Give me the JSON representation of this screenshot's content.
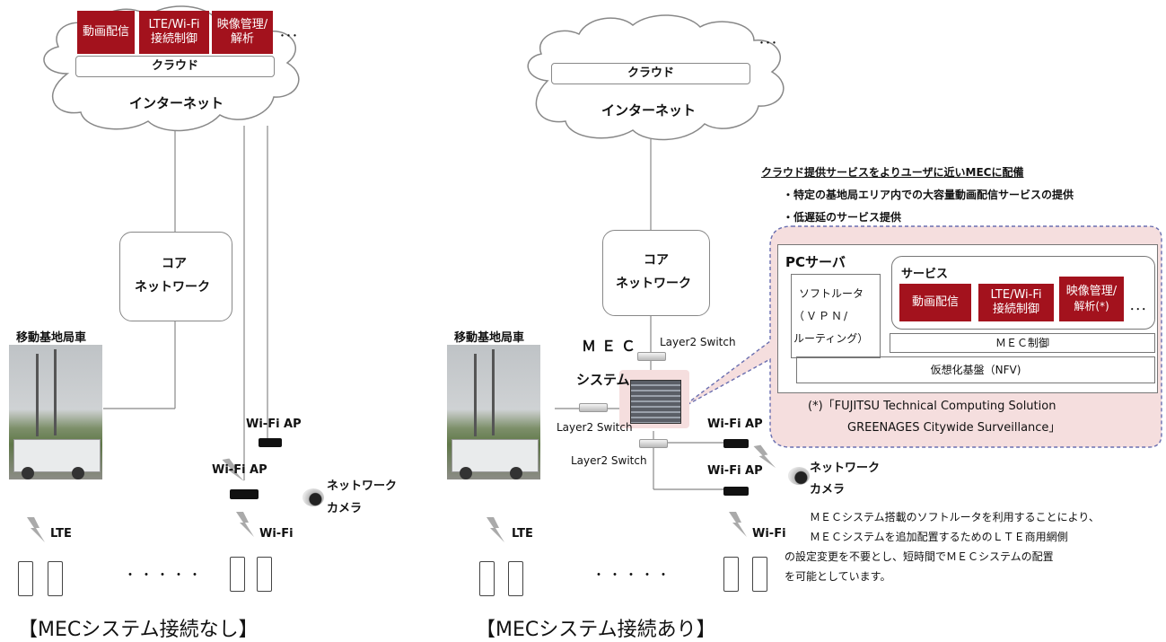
{
  "left": {
    "services": {
      "video": "動画配信",
      "lte1": "LTE/Wi-Fi",
      "lte2": "接続制御",
      "img1": "映像管理/",
      "img2": "解析",
      "more": "･･･"
    },
    "cloud": "クラウド",
    "internet": "インターネット",
    "core1": "コア",
    "core2": "ネットワーク",
    "vehicle": "移動基地局車",
    "wifi_ap_1": "Wi-Fi AP",
    "wifi_ap_2": "Wi-Fi AP",
    "camera1": "ネットワーク",
    "camera2": "カメラ",
    "lte": "LTE",
    "wifi": "Wi-Fi",
    "dots": "・・・・・",
    "caption": "【MECシステム接続なし】"
  },
  "right": {
    "more": "･･･",
    "cloud": "クラウド",
    "internet": "インターネット",
    "core1": "コア",
    "core2": "ネットワーク",
    "vehicle": "移動基地局車",
    "mec1": "ＭＥＣ",
    "mec2": "システム",
    "switch_top": "Layer2 Switch",
    "switch_left": "Layer2 Switch",
    "switch_bottom": "Layer2 Switch",
    "wifi_ap_1": "Wi-Fi AP",
    "wifi_ap_2": "Wi-Fi AP",
    "camera1": "ネットワーク",
    "camera2": "カメラ",
    "lte": "LTE",
    "wifi": "Wi-Fi",
    "dots": "・・・・・",
    "caption": "【MECシステム接続あり】",
    "headline": "クラウド提供サービスをよりユーザに近いMECに配備",
    "bullet1": "・特定の基地局エリア内での大容量動画配信サービスの提供",
    "bullet2": "・低遅延のサービス提供",
    "server": {
      "title": "PCサーバ",
      "router1": "ソフトルータ",
      "router2": "（ＶＰＮ/",
      "router3": "ルーティング）",
      "services_title": "サービス",
      "video": "動画配信",
      "lte1": "LTE/Wi-Fi",
      "lte2": "接続制御",
      "img1": "映像管理/",
      "img2": "解析(*)",
      "more": "･･･",
      "mec_control": "ＭＥＣ制御",
      "nfv": "仮想化基盤（NFV)"
    },
    "footnote1": "(*)「FUJITSU Technical Computing Solution",
    "footnote2": "GREENAGES Citywide Surveillance」",
    "note1": "ＭＥＣシステム搭載のソフトルータを利用することにより、",
    "note2": "ＭＥＣシステムを追加配置するためのＬＴＥ商用網側",
    "note3": "の設定変更を不要とし、短時間でＭＥＣシステムの配置",
    "note4": "を可能としています。"
  }
}
